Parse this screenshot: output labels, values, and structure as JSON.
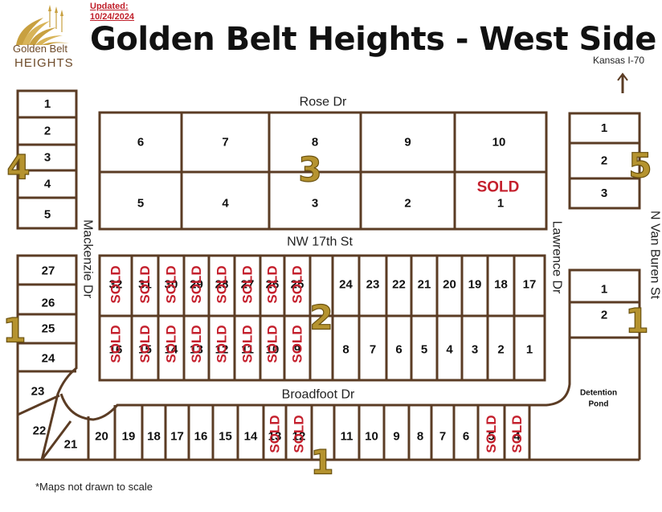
{
  "header": {
    "updated_label": "Updated:",
    "updated_date": "10/24/2024",
    "title": "Golden Belt Heights - West Side",
    "logo_name": "Golden Belt",
    "logo_sub": "HEIGHTS"
  },
  "direction": {
    "label": "Kansas I-70"
  },
  "footnote": "*Maps not drawn to scale",
  "colors": {
    "lines": "#5b3c24",
    "sold": "#c4202d",
    "phase": "#b5932f"
  },
  "streets": {
    "rose": "Rose Dr",
    "nw17": "NW 17th St",
    "broadfoot": "Broadfoot Dr",
    "mackenzie": "Mackenzie Dr",
    "lawrence": "Lawrence Dr",
    "vanburen": "N Van Buren St"
  },
  "detention_pond": [
    "Detention",
    "Pond"
  ],
  "phases": {
    "phase_3": "3",
    "phase_4": "4",
    "phase_5": "5",
    "phase_2": "2",
    "phase_1_left": "1",
    "phase_1_right": "1",
    "phase_1_bottom": "1"
  },
  "sold_label": "SOLD",
  "lots": {
    "block3_top": [
      "6",
      "7",
      "8",
      "9",
      "10"
    ],
    "block3_bottom": [
      "5",
      "4",
      "3",
      "2",
      "1"
    ],
    "block3_sold": [
      "1"
    ],
    "block4": [
      "1",
      "2",
      "3",
      "4",
      "5"
    ],
    "block5": [
      "1",
      "2",
      "3"
    ],
    "block1_left": [
      "27",
      "26",
      "25",
      "24",
      "23",
      "22",
      "21"
    ],
    "block2_top": [
      "32",
      "31",
      "30",
      "29",
      "28",
      "27",
      "26",
      "25",
      "24",
      "23",
      "22",
      "21",
      "20",
      "19",
      "18",
      "17"
    ],
    "block2_bottom": [
      "16",
      "15",
      "14",
      "13",
      "12",
      "11",
      "10",
      "9",
      "8",
      "7",
      "6",
      "5",
      "4",
      "3",
      "2",
      "1"
    ],
    "block2_sold": [
      "32",
      "31",
      "30",
      "29",
      "28",
      "27",
      "26",
      "25",
      "16",
      "15",
      "14",
      "13",
      "12",
      "11",
      "10",
      "9"
    ],
    "block1_right": [
      "1",
      "2"
    ],
    "block1_bottom": [
      "20",
      "19",
      "18",
      "17",
      "16",
      "15",
      "14",
      "13",
      "12",
      "11",
      "10",
      "9",
      "8",
      "7",
      "6",
      "5",
      "4"
    ],
    "block1_bottom_sold": [
      "13",
      "12",
      "5",
      "4"
    ]
  }
}
